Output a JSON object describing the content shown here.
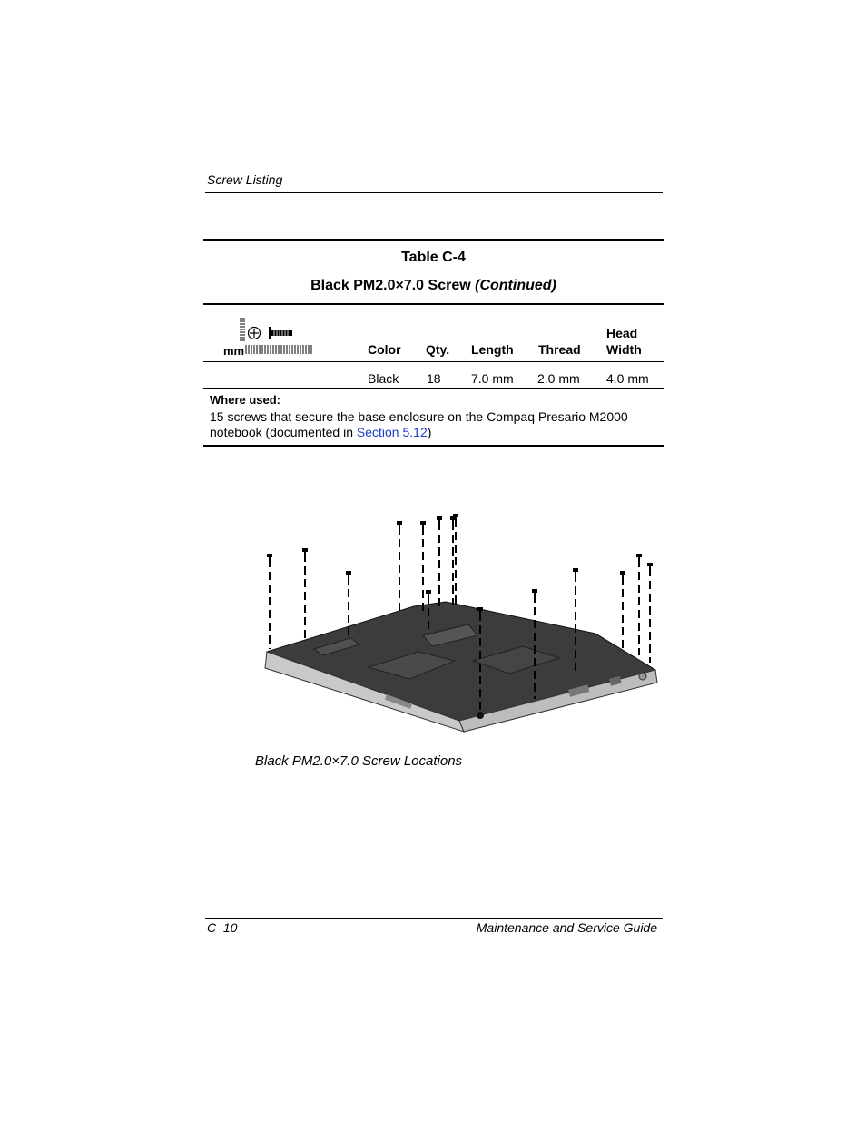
{
  "header": {
    "running_head": "Screw Listing"
  },
  "table": {
    "number": "Table C-4",
    "title": "Black PM2.0×7.0 Screw",
    "title_suffix": "(Continued)",
    "ruler_unit": "mm",
    "columns": {
      "color": "Color",
      "qty": "Qty.",
      "length": "Length",
      "thread": "Thread",
      "head_line1": "Head",
      "head_line2": "Width"
    },
    "row": {
      "color": "Black",
      "qty": "18",
      "length": "7.0 mm",
      "thread": "2.0 mm",
      "head_width": "4.0 mm"
    },
    "where_used": {
      "title": "Where used:",
      "text_line1": "15 screws that secure the base enclosure on the Compaq Presario M2000",
      "text_before": "notebook (documented in ",
      "link": "Section 5.12",
      "text_after": ")"
    }
  },
  "figure": {
    "caption": "Black PM2.0×7.0 Screw Locations"
  },
  "footer": {
    "folio": "C–10",
    "guide_title": "Maintenance and Service Guide"
  }
}
